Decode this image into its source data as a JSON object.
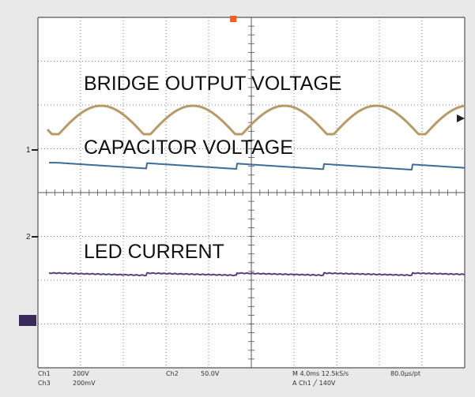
{
  "labels": {
    "bridge": "BRIDGE OUTPUT VOLTAGE",
    "capacitor": "CAPACITOR VOLTAGE",
    "led": "LED CURRENT"
  },
  "markers": {
    "ch1": "1",
    "ch2": "2"
  },
  "readout": {
    "ch1_name": "Ch1",
    "ch1_scale": "200V",
    "ch3_name": "Ch3",
    "ch3_scale": "200mV",
    "ch2_name": "Ch2",
    "ch2_scale": "50.0V",
    "timebase": "M 4.0ms 12.5kS/s",
    "record": "80.0µs/pt",
    "trigger": "A Ch1 ╱ 140V"
  },
  "colors": {
    "bridge_trace": "#b79a66",
    "capacitor_trace": "#3c6c9a",
    "led_trace": "#5a3f7a",
    "grid": "#555555",
    "background": "#ffffff",
    "trigger_marker": "#ff5a1a",
    "ref_marker": "#3a2a5a"
  }
}
